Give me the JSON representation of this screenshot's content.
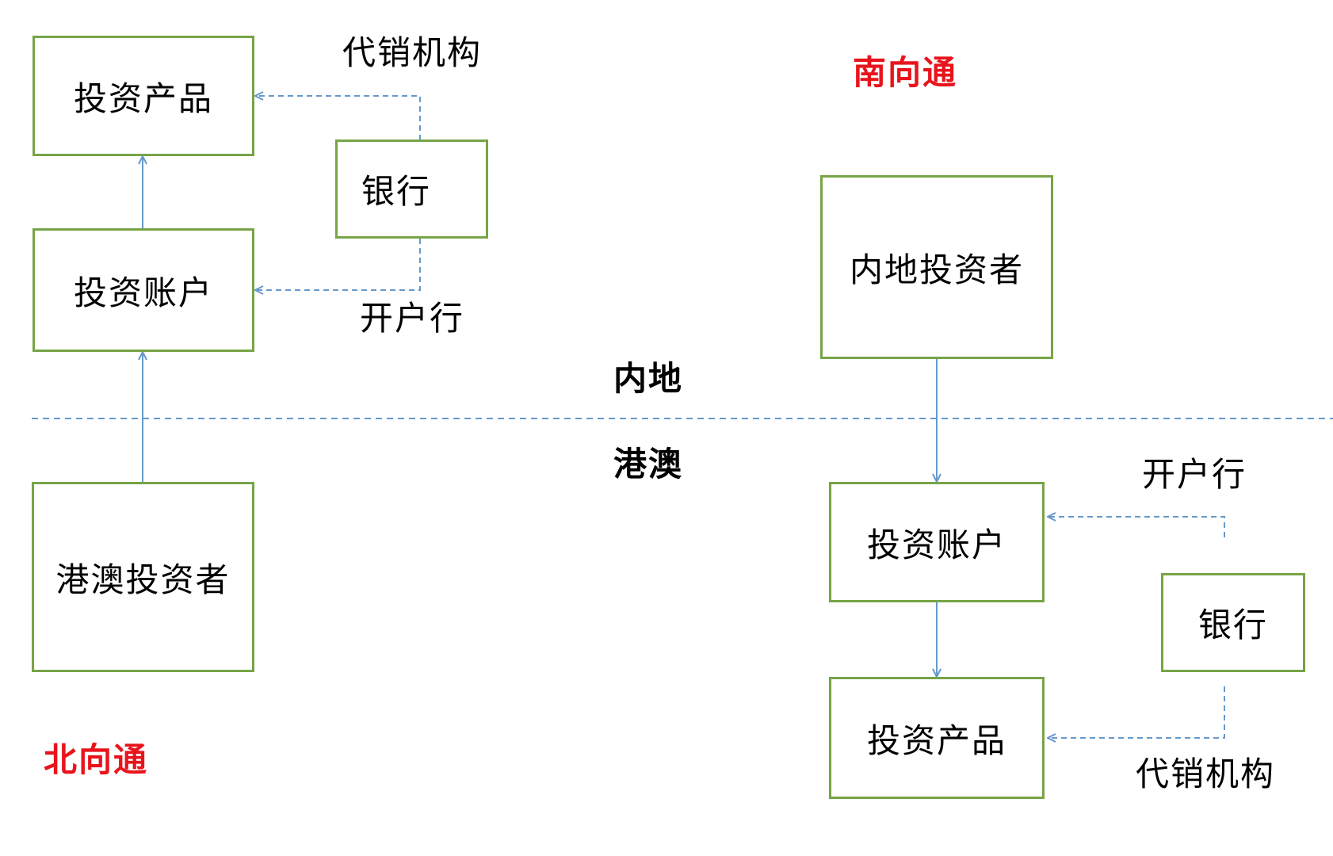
{
  "colors": {
    "box_border": "#77a446",
    "connector": "#6699cc",
    "highlight": "#e8141c"
  },
  "region_labels": {
    "mainland": "内地",
    "hk_macau": "港澳"
  },
  "northbound": {
    "title": "北向通",
    "investor": "港澳投资者",
    "account": "投资账户",
    "product": "投资产品",
    "bank": "银行",
    "account_bank_label": "开户行",
    "distributor_label": "代销机构"
  },
  "southbound": {
    "title": "南向通",
    "investor": "内地投资者",
    "account": "投资账户",
    "product": "投资产品",
    "bank": "银行",
    "account_bank_label": "开户行",
    "distributor_label": "代销机构"
  }
}
